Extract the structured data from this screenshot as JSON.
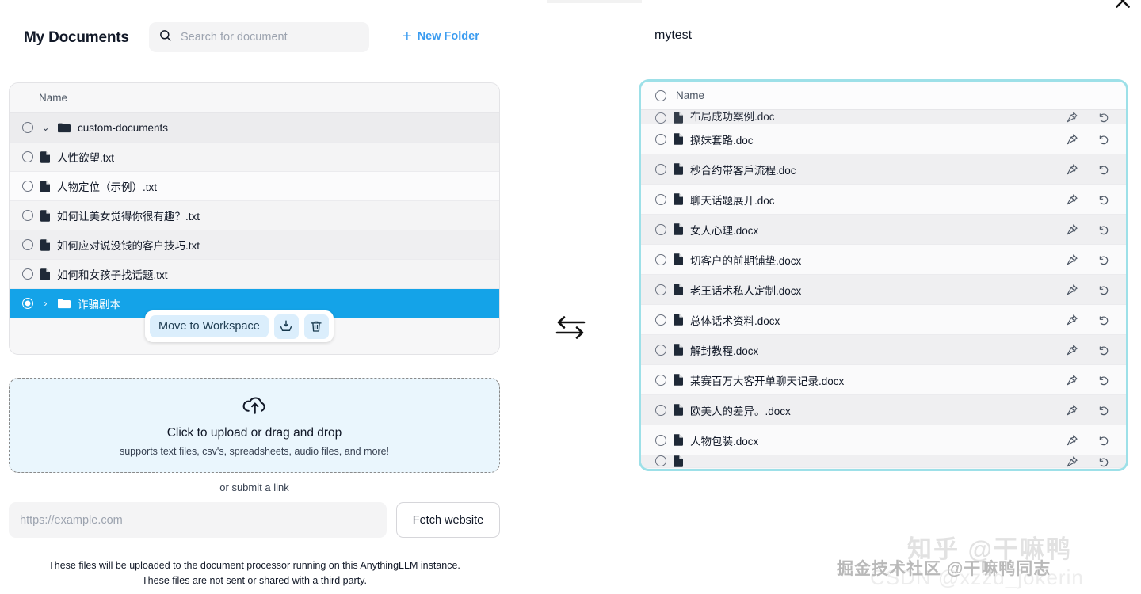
{
  "window": {
    "close_icon": "close-icon"
  },
  "left": {
    "title": "My Documents",
    "search": {
      "placeholder": "Search for document",
      "value": "",
      "icon": "search-icon"
    },
    "new_folder": {
      "label": "New Folder",
      "icon": "plus-icon"
    },
    "table": {
      "column_header": "Name",
      "rows": [
        {
          "name": "custom-documents",
          "type": "folder",
          "expanded": true,
          "chevron": "chevron-down-icon",
          "checked": false,
          "selected": false
        },
        {
          "name": "人性欲望.txt",
          "type": "file",
          "checked": false,
          "selected": false
        },
        {
          "name": "人物定位（示例）.txt",
          "type": "file",
          "checked": false,
          "selected": false
        },
        {
          "name": "如何让美女觉得你很有趣？.txt",
          "type": "file",
          "checked": false,
          "selected": false
        },
        {
          "name": "如何应对说没钱的客户技巧.txt",
          "type": "file",
          "checked": false,
          "selected": false
        },
        {
          "name": "如何和女孩子找话题.txt",
          "type": "file",
          "checked": false,
          "selected": false
        },
        {
          "name": "诈骗剧本",
          "type": "folder",
          "expanded": false,
          "chevron": "chevron-right-icon",
          "checked": true,
          "selected": true
        }
      ]
    },
    "selection_actions": {
      "move_label": "Move to Workspace",
      "download_icon": "download-icon",
      "delete_icon": "trash-icon"
    },
    "dropzone": {
      "icon": "cloud-upload-icon",
      "title": "Click to upload or drag and drop",
      "subtitle": "supports text files, csv's, spreadsheets, audio files, and more!"
    },
    "or_submit": "or submit a link",
    "link": {
      "placeholder": "https://example.com",
      "value": "",
      "button_label": "Fetch website"
    },
    "disclaimer_line1": "These files will be uploaded to the document processor running on this AnythingLLM instance.",
    "disclaimer_line2": "These files are not sent or shared with a third party."
  },
  "center": {
    "transfer_icon": "transfer-arrows-icon"
  },
  "right": {
    "title": "mytest",
    "table": {
      "column_header": "Name",
      "header_checked": false,
      "rows": [
        {
          "name": "布局成功案例.doc",
          "clipped": "top",
          "pin_icon": "pin-icon",
          "undo_icon": "undo-icon"
        },
        {
          "name": "撩妹套路.doc",
          "pin_icon": "pin-icon",
          "undo_icon": "undo-icon"
        },
        {
          "name": "秒合约带客戶流程.doc",
          "pin_icon": "pin-icon",
          "undo_icon": "undo-icon"
        },
        {
          "name": "聊天话题展开.doc",
          "pin_icon": "pin-icon",
          "undo_icon": "undo-icon"
        },
        {
          "name": "女人心理.docx",
          "pin_icon": "pin-icon",
          "undo_icon": "undo-icon"
        },
        {
          "name": "切客户的前期铺垫.docx",
          "pin_icon": "pin-icon",
          "undo_icon": "undo-icon"
        },
        {
          "name": "老王话术私人定制.docx",
          "pin_icon": "pin-icon",
          "undo_icon": "undo-icon"
        },
        {
          "name": "总体话术资料.docx",
          "pin_icon": "pin-icon",
          "undo_icon": "undo-icon"
        },
        {
          "name": "解封教程.docx",
          "pin_icon": "pin-icon",
          "undo_icon": "undo-icon"
        },
        {
          "name": "某赛百万大客开单聊天记录.docx",
          "pin_icon": "pin-icon",
          "undo_icon": "undo-icon"
        },
        {
          "name": "欧美人的差异。.docx",
          "pin_icon": "pin-icon",
          "undo_icon": "undo-icon"
        },
        {
          "name": "人物包装.docx",
          "pin_icon": "pin-icon",
          "undo_icon": "undo-icon"
        },
        {
          "name": "",
          "clipped": "bottom",
          "pin_icon": "pin-icon",
          "undo_icon": "undo-icon"
        }
      ]
    }
  },
  "watermarks": {
    "zhihu": "知乎 @干嘛鸭",
    "juejin": "掘金技术社区 @干嘛鸭同志",
    "csdn": "CSDN @xzzd_jokerin"
  },
  "colors": {
    "accent_blue": "#14a3e8",
    "link_blue": "#3b9cf0",
    "panel_border_teal": "#9de0e8",
    "dropzone_bg": "#eaf6fd"
  }
}
